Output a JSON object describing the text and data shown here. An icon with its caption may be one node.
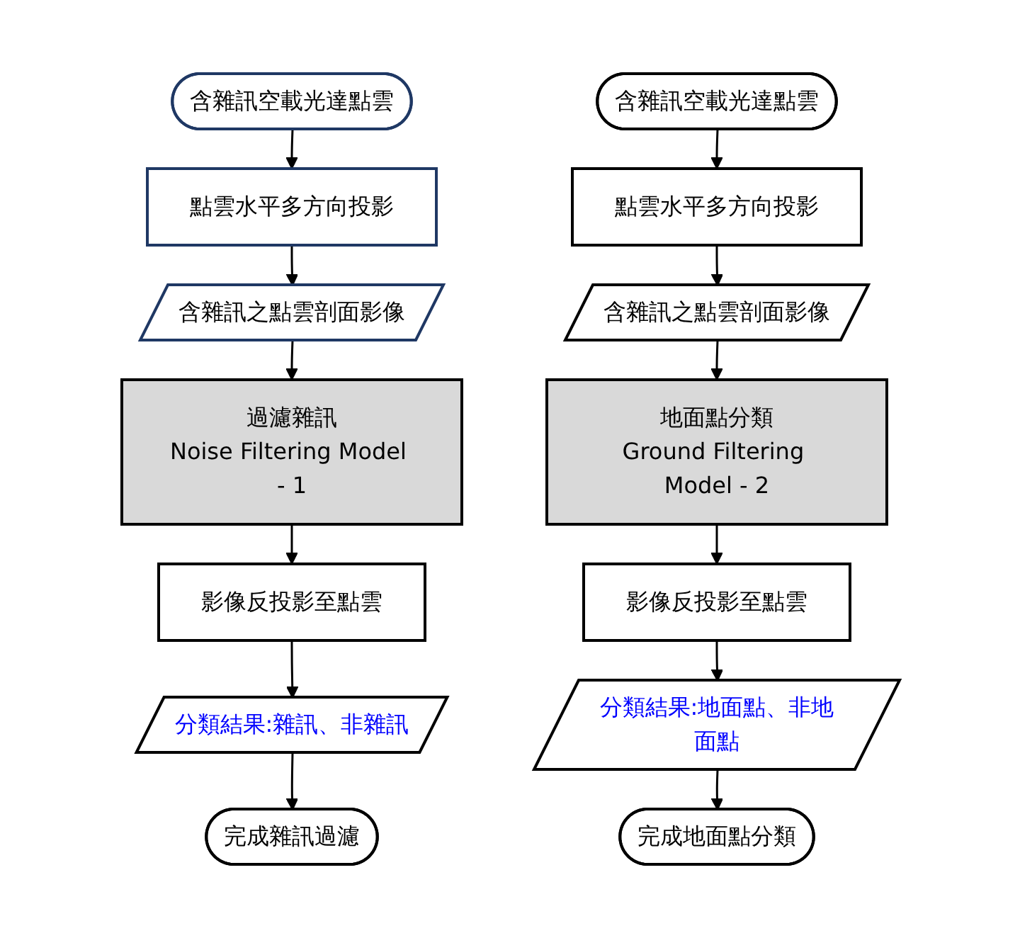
{
  "diagram": {
    "nodes": [
      {
        "text": [
          "含雜訊空載光達點雲"
        ]
      },
      {
        "text": [
          "點雲水平多方向投影"
        ]
      },
      {
        "text": [
          "含雜訊之點雲剖面影像"
        ]
      },
      {
        "text": [
          "過濾雜訊",
          "Noise Filtering Model - 1"
        ]
      },
      {
        "text": [
          "影像反投影至點雲"
        ]
      },
      {
        "text": [
          "分類結果:雜訊、非雜訊"
        ]
      },
      {
        "text": [
          "完成雜訊過濾"
        ]
      },
      {
        "text": [
          "含雜訊空載光達點雲"
        ]
      },
      {
        "text": [
          "點雲水平多方向投影"
        ]
      },
      {
        "text": [
          "含雜訊之點雲剖面影像"
        ]
      },
      {
        "text": [
          "地面點分類",
          "Ground Filtering Model - 2"
        ]
      },
      {
        "text": [
          "影像反投影至點雲"
        ]
      },
      {
        "text": [
          "分類結果:地面點、非地面點"
        ]
      },
      {
        "text": [
          "完成地面點分類"
        ]
      }
    ],
    "edges": [
      {
        "from": 0,
        "to": 1,
        "arrow": "to"
      },
      {
        "from": 1,
        "to": 2,
        "arrow": "to"
      },
      {
        "from": 2,
        "to": 3,
        "arrow": "to"
      },
      {
        "from": 3,
        "to": 4,
        "arrow": "to"
      },
      {
        "from": 4,
        "to": 5,
        "arrow": "to"
      },
      {
        "from": 5,
        "to": 6,
        "arrow": "to"
      },
      {
        "from": 7,
        "to": 8,
        "arrow": "to"
      },
      {
        "from": 8,
        "to": 9,
        "arrow": "to"
      },
      {
        "from": 9,
        "to": 10,
        "arrow": "to"
      },
      {
        "from": 10,
        "to": 11,
        "arrow": "to"
      },
      {
        "from": 11,
        "to": 12,
        "arrow": "to"
      },
      {
        "from": 12,
        "to": 13,
        "arrow": "to"
      }
    ]
  }
}
